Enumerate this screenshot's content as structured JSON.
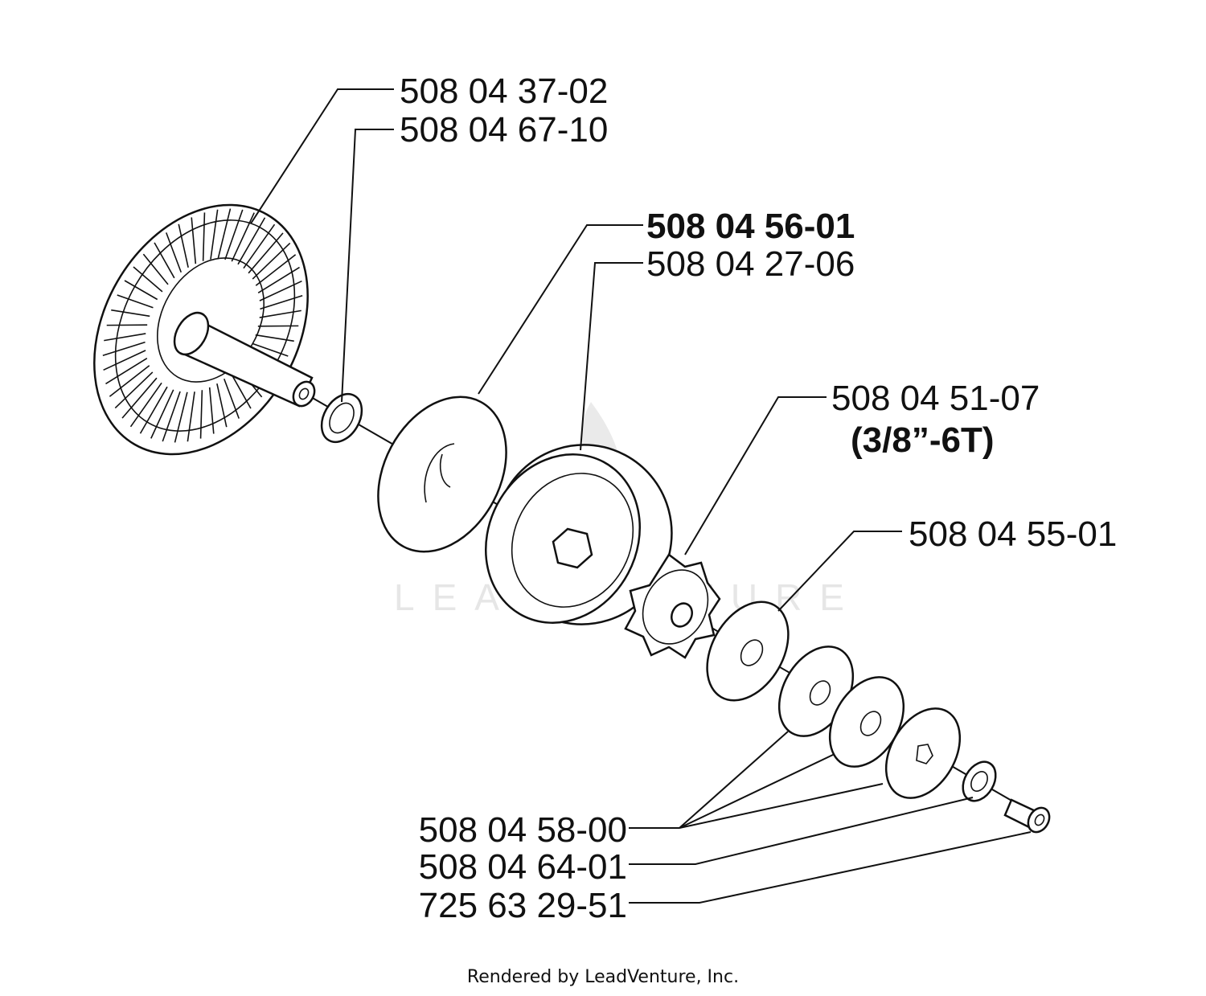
{
  "parts": [
    {
      "id": "p1",
      "number": "508 04 37-02"
    },
    {
      "id": "p2",
      "number": "508 04 67-10"
    },
    {
      "id": "p3",
      "number": "508 04 56-01"
    },
    {
      "id": "p4",
      "number": "508 04 27-06"
    },
    {
      "id": "p5",
      "number": "508 04 51-07",
      "note": "(3/8”-6T)"
    },
    {
      "id": "p6",
      "number": "508 04 55-01"
    },
    {
      "id": "p7",
      "number": "508 04 58-00"
    },
    {
      "id": "p8",
      "number": "508 04 64-01"
    },
    {
      "id": "p9",
      "number": "725 63 29-51"
    }
  ],
  "watermark": "LEADVENTURE",
  "credit": "Rendered by LeadVenture, Inc."
}
